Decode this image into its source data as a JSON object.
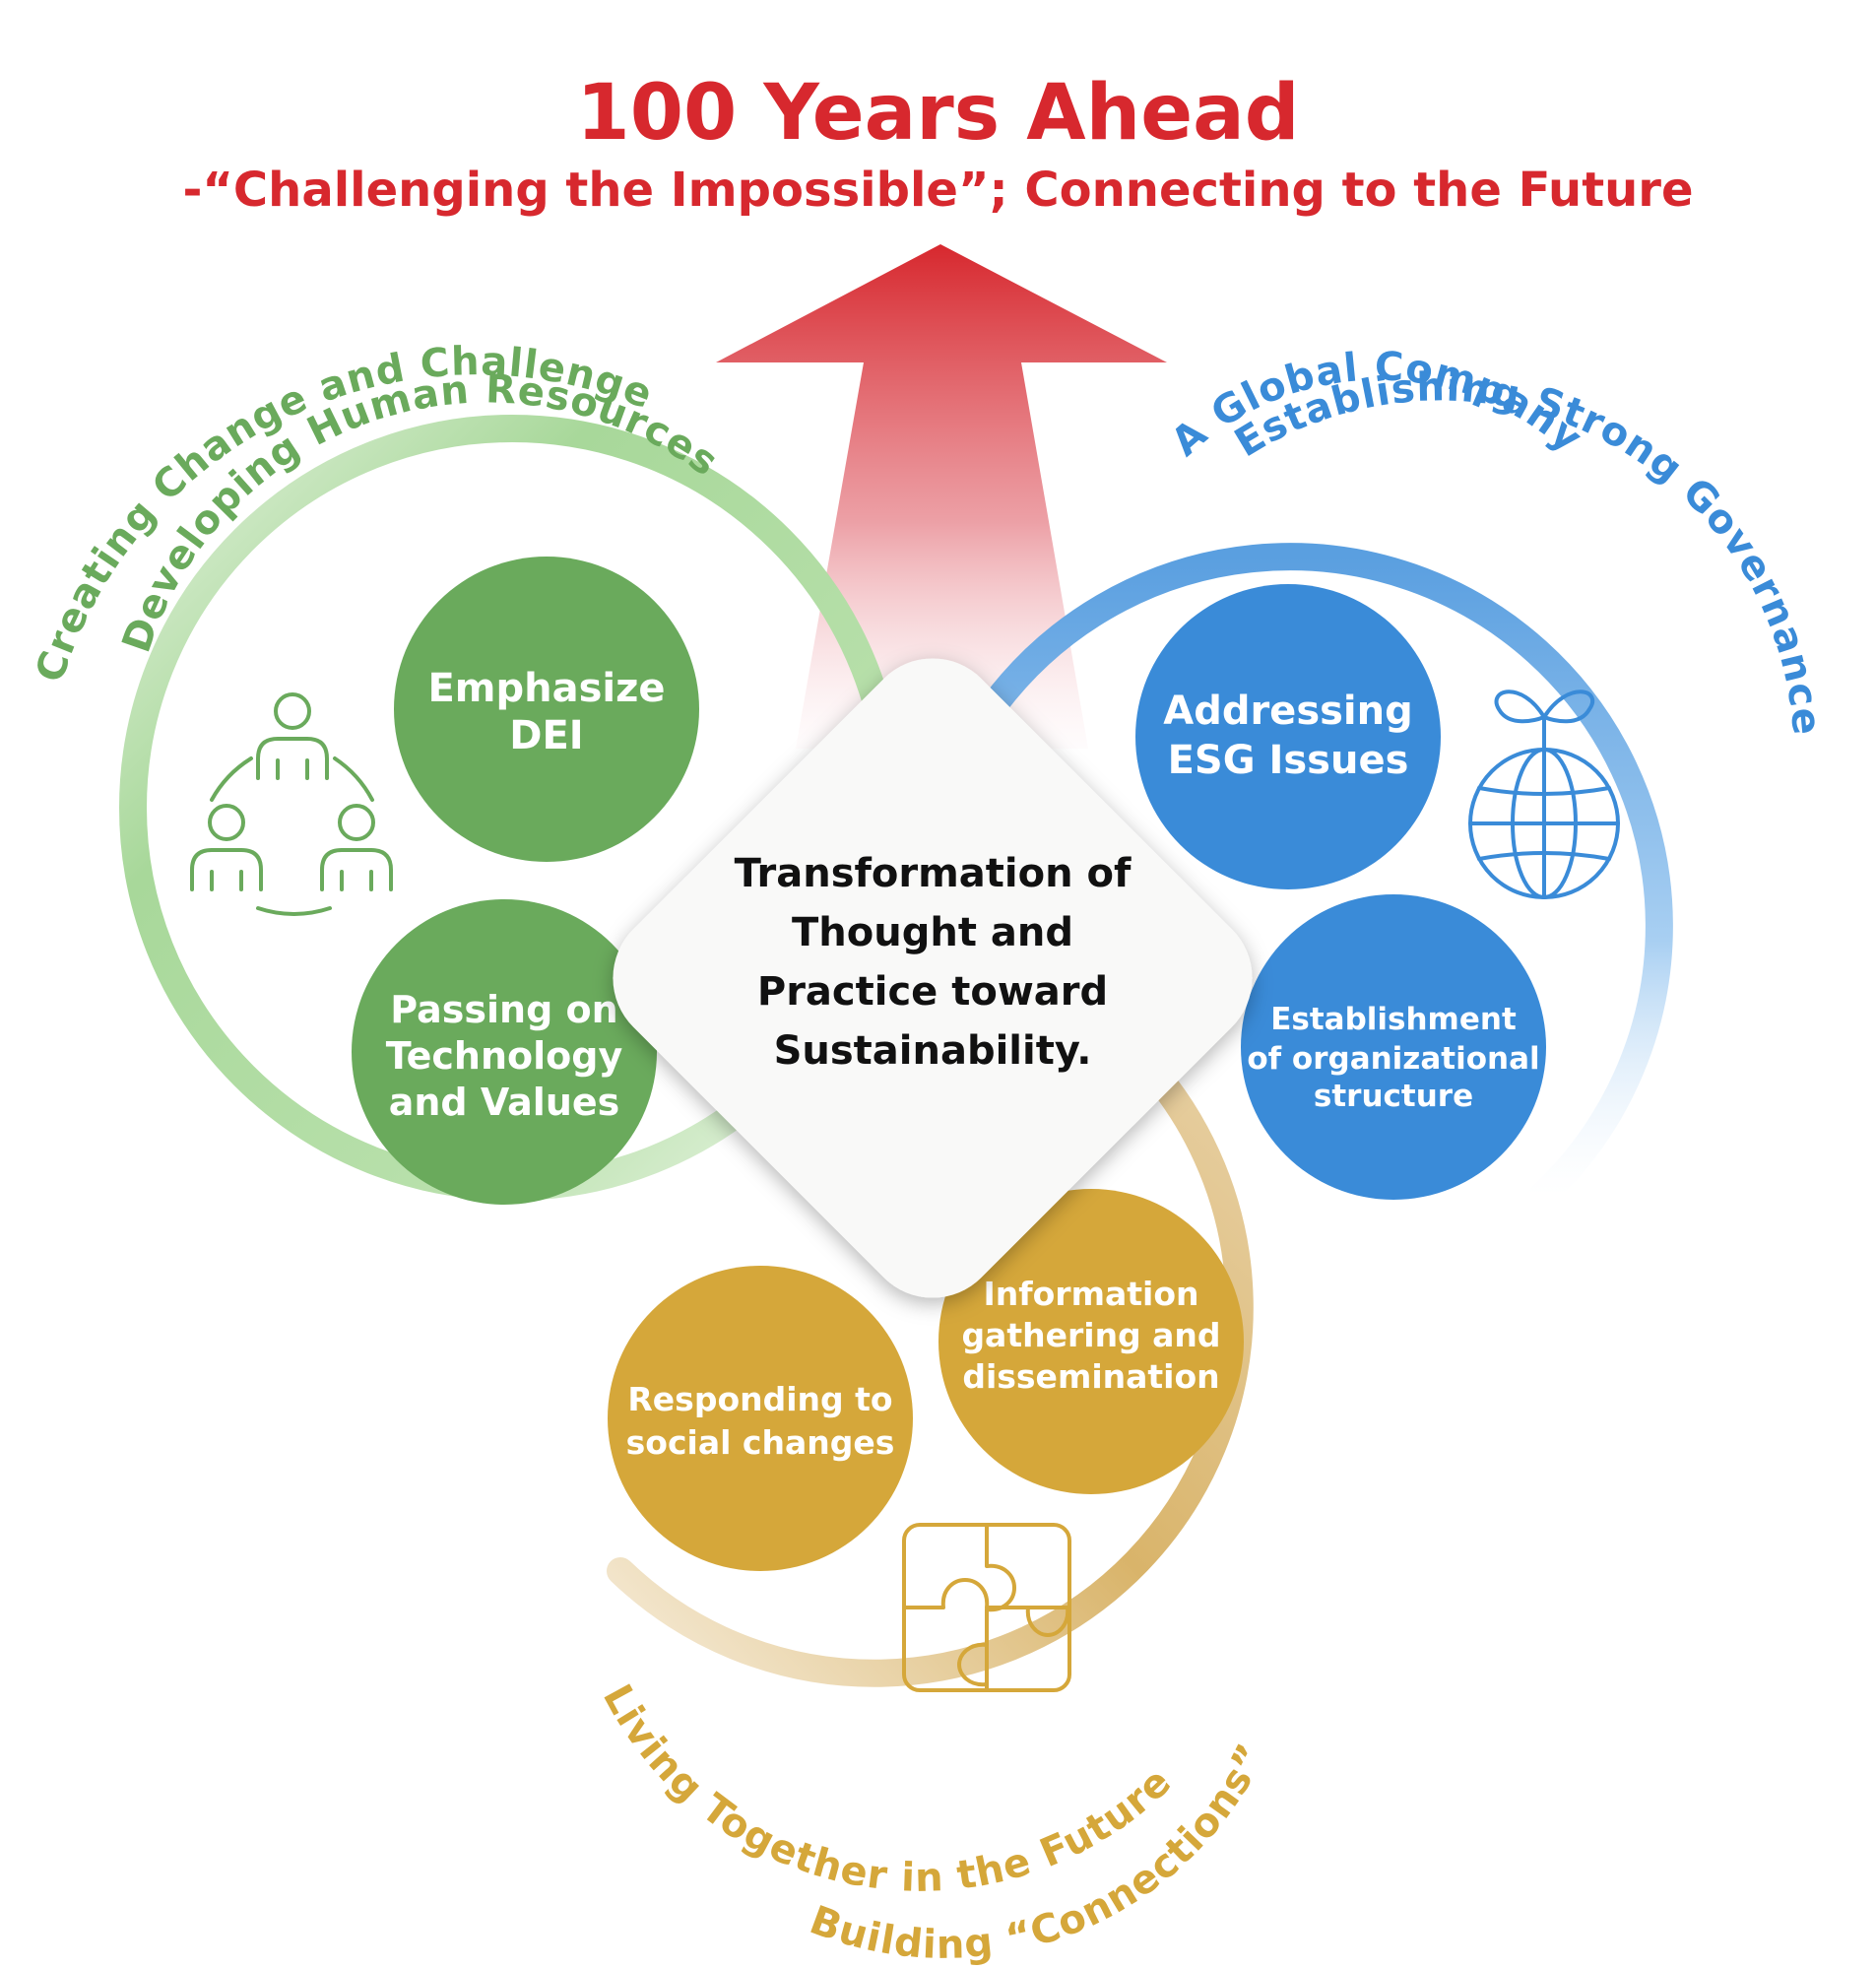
{
  "title": "100 Years Ahead",
  "subtitle": "-“Challenging the Impossible”; Connecting to the Future",
  "colors": {
    "red": "#d7282e",
    "green": "#6aaa5c",
    "green_light": "#a8d89a",
    "blue": "#3a8bd8",
    "blue_light": "#8cc0ee",
    "gold": "#d5a73a",
    "gold_light": "#e8d1a6"
  },
  "center": {
    "lines": [
      "Transformation of",
      "Thought and",
      "Practice toward",
      "Sustainability."
    ]
  },
  "groups": {
    "green": {
      "arc_line1": "Creating Change and Challenge",
      "arc_line2": "Developing Human Resources",
      "icon": "people-group-icon",
      "circles": [
        {
          "lines": [
            "Emphasize",
            "DEI"
          ]
        },
        {
          "lines": [
            "Passing on",
            "Technology",
            "and Values"
          ]
        }
      ]
    },
    "blue": {
      "arc_line1": "A Global Company",
      "arc_line2": "Establishing Strong Governance",
      "icon": "globe-sprout-icon",
      "circles": [
        {
          "lines": [
            "Addressing",
            "ESG Issues"
          ]
        },
        {
          "lines": [
            "Establishment",
            "of organizational",
            "structure"
          ]
        }
      ]
    },
    "gold": {
      "arc_line1": "Living Together in the Future",
      "arc_line2": "Building “Connections”",
      "icon": "puzzle-icon",
      "circles": [
        {
          "lines": [
            "Responding to",
            "social changes"
          ]
        },
        {
          "lines": [
            "Information",
            "gathering and",
            "dissemination"
          ]
        }
      ]
    }
  }
}
